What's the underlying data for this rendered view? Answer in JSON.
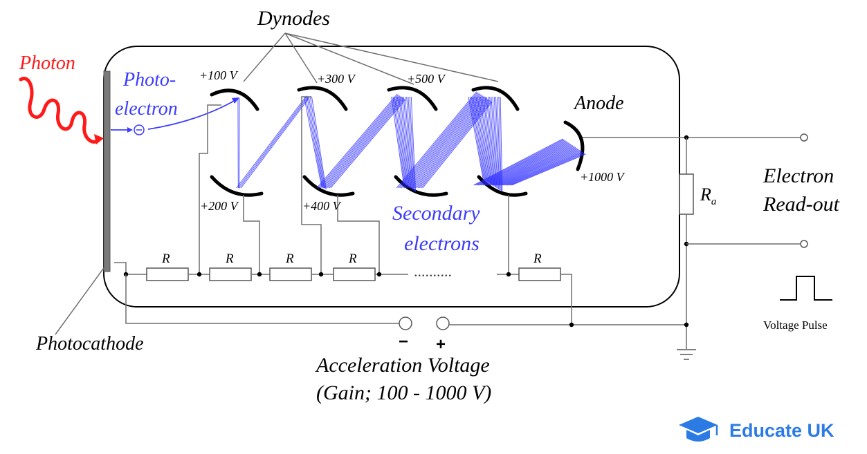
{
  "colors": {
    "photon": "#ff1a1a",
    "electron": "#3b3bff",
    "wire": "#6f6f6f",
    "brand": "#2c7be5"
  },
  "labels": {
    "dynodes": "Dynodes",
    "photon": "Photon",
    "photoelectron_line1": "Photo-",
    "photoelectron_line2": "electron",
    "anode": "Anode",
    "secondary_line1": "Secondary",
    "secondary_line2": "electrons",
    "electron_readout_line1": "Electron",
    "electron_readout_line2": "Read-out",
    "voltage_pulse": "Voltage Pulse",
    "photocathode": "Photocathode",
    "acceleration_line1": "Acceleration Voltage",
    "acceleration_line2": "(Gain; 100 - 1000 V)",
    "minus": "−",
    "plus": "+",
    "resistor": "R",
    "dots": "..........",
    "ra_main": "R",
    "ra_sub": "a"
  },
  "voltages": {
    "v100": "+100 V",
    "v200": "+200 V",
    "v300": "+300 V",
    "v400": "+400 V",
    "v500": "+500 V",
    "v1000": "+1000 V"
  },
  "icons": {
    "electron": "electron-minus-icon",
    "brand": "graduation-cap-icon",
    "ground": "ground-symbol-icon"
  },
  "brand": {
    "name": "Educate UK"
  }
}
